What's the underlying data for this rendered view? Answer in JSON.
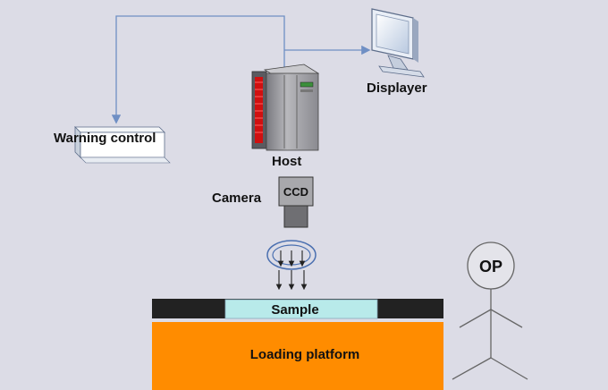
{
  "labels": {
    "displayer": "Displayer",
    "warning_control": "Warning control",
    "host": "Host",
    "camera": "Camera",
    "ccd": "CCD",
    "sample": "Sample",
    "loading_platform": "Loading platform",
    "operator": "OP"
  },
  "colors": {
    "background": "#dcdce6",
    "connector_line": "#6f8fc4",
    "platform": "#ff8c00",
    "sample": "#b8eaea",
    "host_body": "#9a9a9e",
    "host_led": "#d01010",
    "camera_body": "#8a8a8a",
    "rail": "#222222"
  },
  "icons": {
    "displayer": "monitor-icon",
    "host": "server-tower-icon",
    "camera": "camera-icon",
    "light": "ring-light-icon",
    "operator": "stick-figure-icon"
  }
}
